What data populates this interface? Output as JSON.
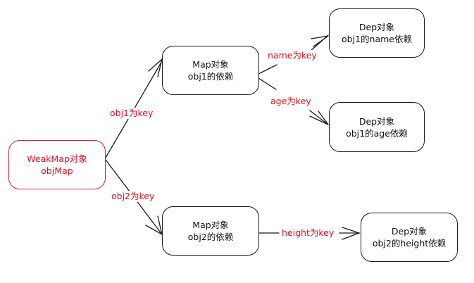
{
  "diagram": {
    "nodes": {
      "weakmap": {
        "line1": "WeakMap对象",
        "line2": "objMap"
      },
      "map1": {
        "line1": "Map对象",
        "line2": "obj1的依赖"
      },
      "map2": {
        "line1": "Map对象",
        "line2": "obj2的依赖"
      },
      "dep_name": {
        "line1": "Dep对象",
        "line2": "obj1的name依赖"
      },
      "dep_age": {
        "line1": "Dep对象",
        "line2": "obj1的age依赖"
      },
      "dep_height": {
        "line1": "Dep对象",
        "line2": "obj2的height依赖"
      }
    },
    "edges": {
      "obj1": {
        "from": "weakmap",
        "to": "map1",
        "label": "obj1为key"
      },
      "obj2": {
        "from": "weakmap",
        "to": "map2",
        "label": "obj2为key"
      },
      "name": {
        "from": "map1",
        "to": "dep_name",
        "label": "name为key"
      },
      "age": {
        "from": "map1",
        "to": "dep_age",
        "label": "age为key"
      },
      "height": {
        "from": "map2",
        "to": "dep_height",
        "label": "height为key"
      }
    },
    "colors": {
      "highlight": "#e0101f",
      "stroke": "#1a1a1a"
    }
  }
}
